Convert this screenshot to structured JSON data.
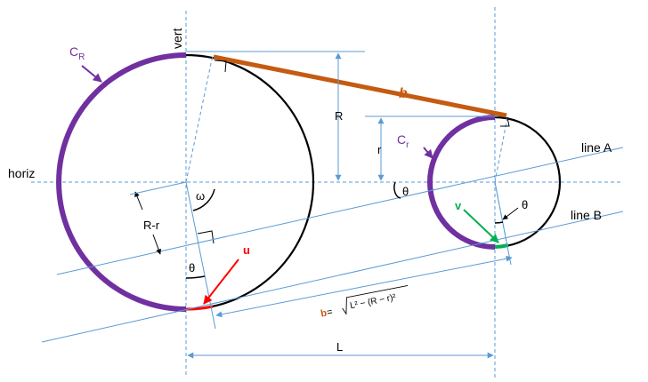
{
  "labels": {
    "vert": "vert",
    "horiz": "horiz",
    "c_big": "C",
    "c_big_sub": "R",
    "c_small": "C",
    "c_small_sub": "r",
    "b_top": "b",
    "R": "R",
    "r": "r",
    "line_a": "line A",
    "line_b": "line B",
    "omega": "ω",
    "theta_small_circle": "θ",
    "theta_horiz": "θ",
    "theta_big_circle": "θ",
    "r_minus_r": "R-r",
    "u": "u",
    "v": "v",
    "b_formula_b": "b",
    "b_formula_eq": " = ",
    "b_formula_radicand": "L² − (R − r)²",
    "L": "L"
  },
  "colors": {
    "guide": "#5b9bd5",
    "wrap": "#7030a0",
    "belt": "#c55a11",
    "circle": "#000000",
    "u_arrow": "#ff0000",
    "v_arrow": "#00b050"
  }
}
